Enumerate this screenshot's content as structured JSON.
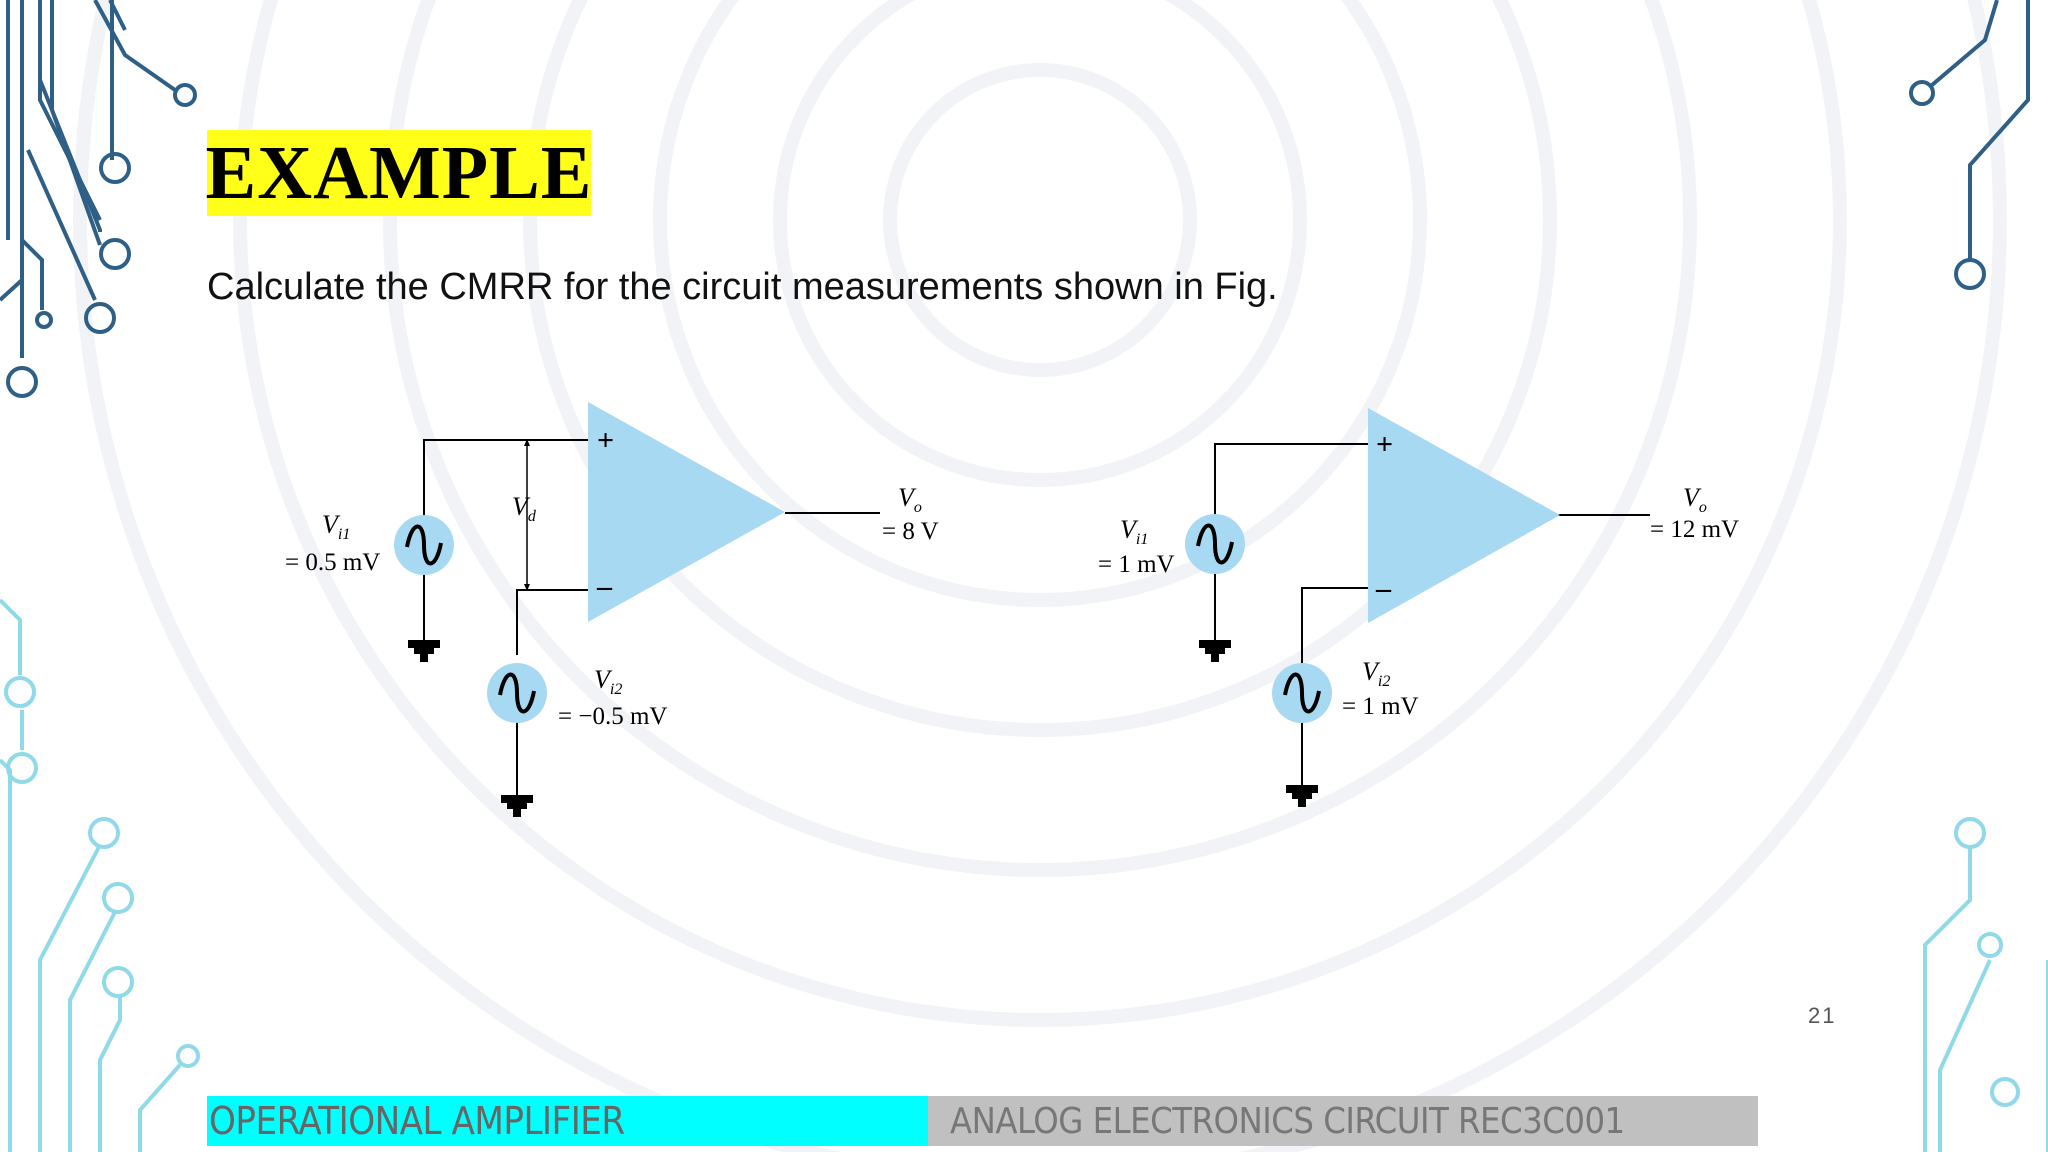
{
  "slide": {
    "title": "EXAMPLE",
    "body": "Calculate the CMRR for the circuit measurements shown in Fig.",
    "page_number": "21",
    "footer_left": "OPERATIONAL AMPLIFIER",
    "footer_right": "ANALOG ELECTRONICS CIRCUIT REC3C001"
  },
  "colors": {
    "title_highlight": "#ffff1a",
    "footer_left_bg": "#00ffff",
    "footer_right_bg": "#c0c0c0",
    "component_fill": "#a8d9f2",
    "circuit_trace": "#2e5f86"
  },
  "circuit_left": {
    "plus": "+",
    "minus": "–",
    "vi1_name": "V",
    "vi1_sub": "i1",
    "vi1_value": "= 0.5 mV",
    "vi2_name": "V",
    "vi2_sub": "i2",
    "vi2_value": "= −0.5 mV",
    "vd_name": "V",
    "vd_sub": "d",
    "vo_name": "V",
    "vo_sub": "o",
    "vo_value": "= 8 V"
  },
  "circuit_right": {
    "plus": "+",
    "minus": "–",
    "vi1_name": "V",
    "vi1_sub": "i1",
    "vi1_value": "= 1 mV",
    "vi2_name": "V",
    "vi2_sub": "i2",
    "vi2_value": "= 1 mV",
    "vo_name": "V",
    "vo_sub": "o",
    "vo_value": "= 12 mV"
  },
  "icons": {
    "source_symbol": "ac-source-icon",
    "ground_symbol": "ground-icon",
    "opamp_symbol": "opamp-icon"
  }
}
